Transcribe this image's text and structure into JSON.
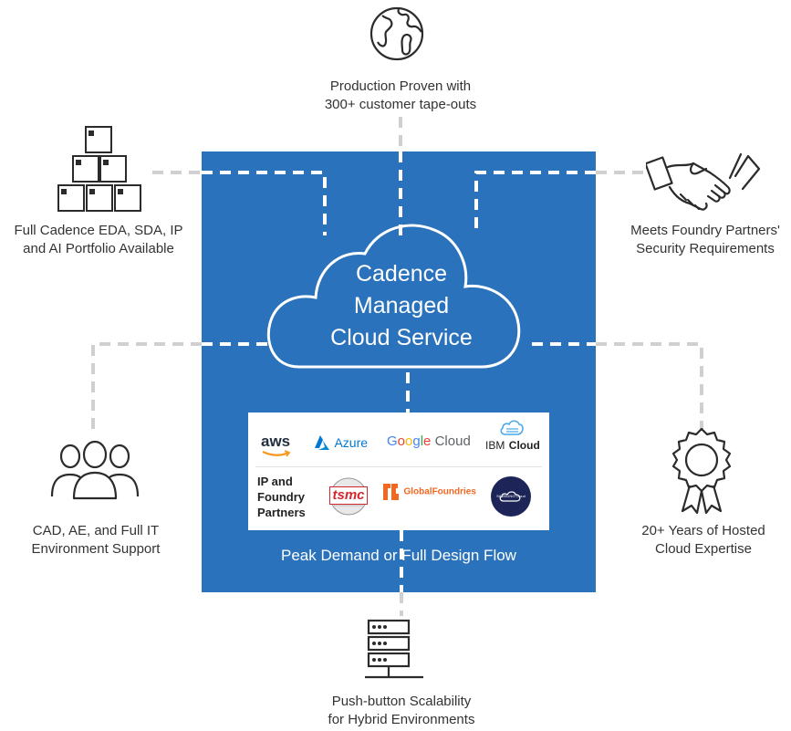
{
  "center": {
    "cloud_title_lines": [
      "Cadence",
      "Managed",
      "Cloud Service"
    ],
    "flow_label": "Peak Demand or Full Design Flow"
  },
  "partners": {
    "aws": "aws",
    "azure": "Azure",
    "google_cloud": "Google Cloud",
    "ibm_cloud_prefix": "IBM",
    "ibm_cloud_suffix": "Cloud",
    "ip_foundry_lines": [
      "IP and",
      "Foundry",
      "Partners"
    ],
    "tsmc": "tsmc",
    "globalfoundries": "GlobalFoundries",
    "third_foundry": "SAMSUNG Cloud"
  },
  "features": {
    "top": [
      "Production Proven with",
      "300+ customer tape-outs"
    ],
    "top_left": [
      "Full Cadence EDA, SDA, IP",
      "and AI Portfolio Available"
    ],
    "top_right": [
      "Meets Foundry Partners'",
      "Security Requirements"
    ],
    "bottom_left": [
      "CAD, AE, and Full IT",
      "Environment Support"
    ],
    "bottom_right": [
      "20+ Years of Hosted",
      "Cloud Expertise"
    ],
    "bottom": [
      "Push-button Scalability",
      "for Hybrid Environments"
    ]
  },
  "icons": {
    "top": "globe-icon",
    "top_left": "stacked-boxes-icon",
    "top_right": "handshake-icon",
    "bottom_left": "people-group-icon",
    "bottom_right": "award-ribbon-icon",
    "bottom": "server-rack-icon"
  },
  "colors": {
    "panel_blue": "#2a72bb",
    "connector_gray": "#d0d0d0",
    "icon_dark": "#2b2b2b",
    "aws_orange": "#f7981d",
    "azure_blue": "#0078d4",
    "tsmc_red": "#d6262f",
    "globalfoundries_orange": "#f26722"
  }
}
